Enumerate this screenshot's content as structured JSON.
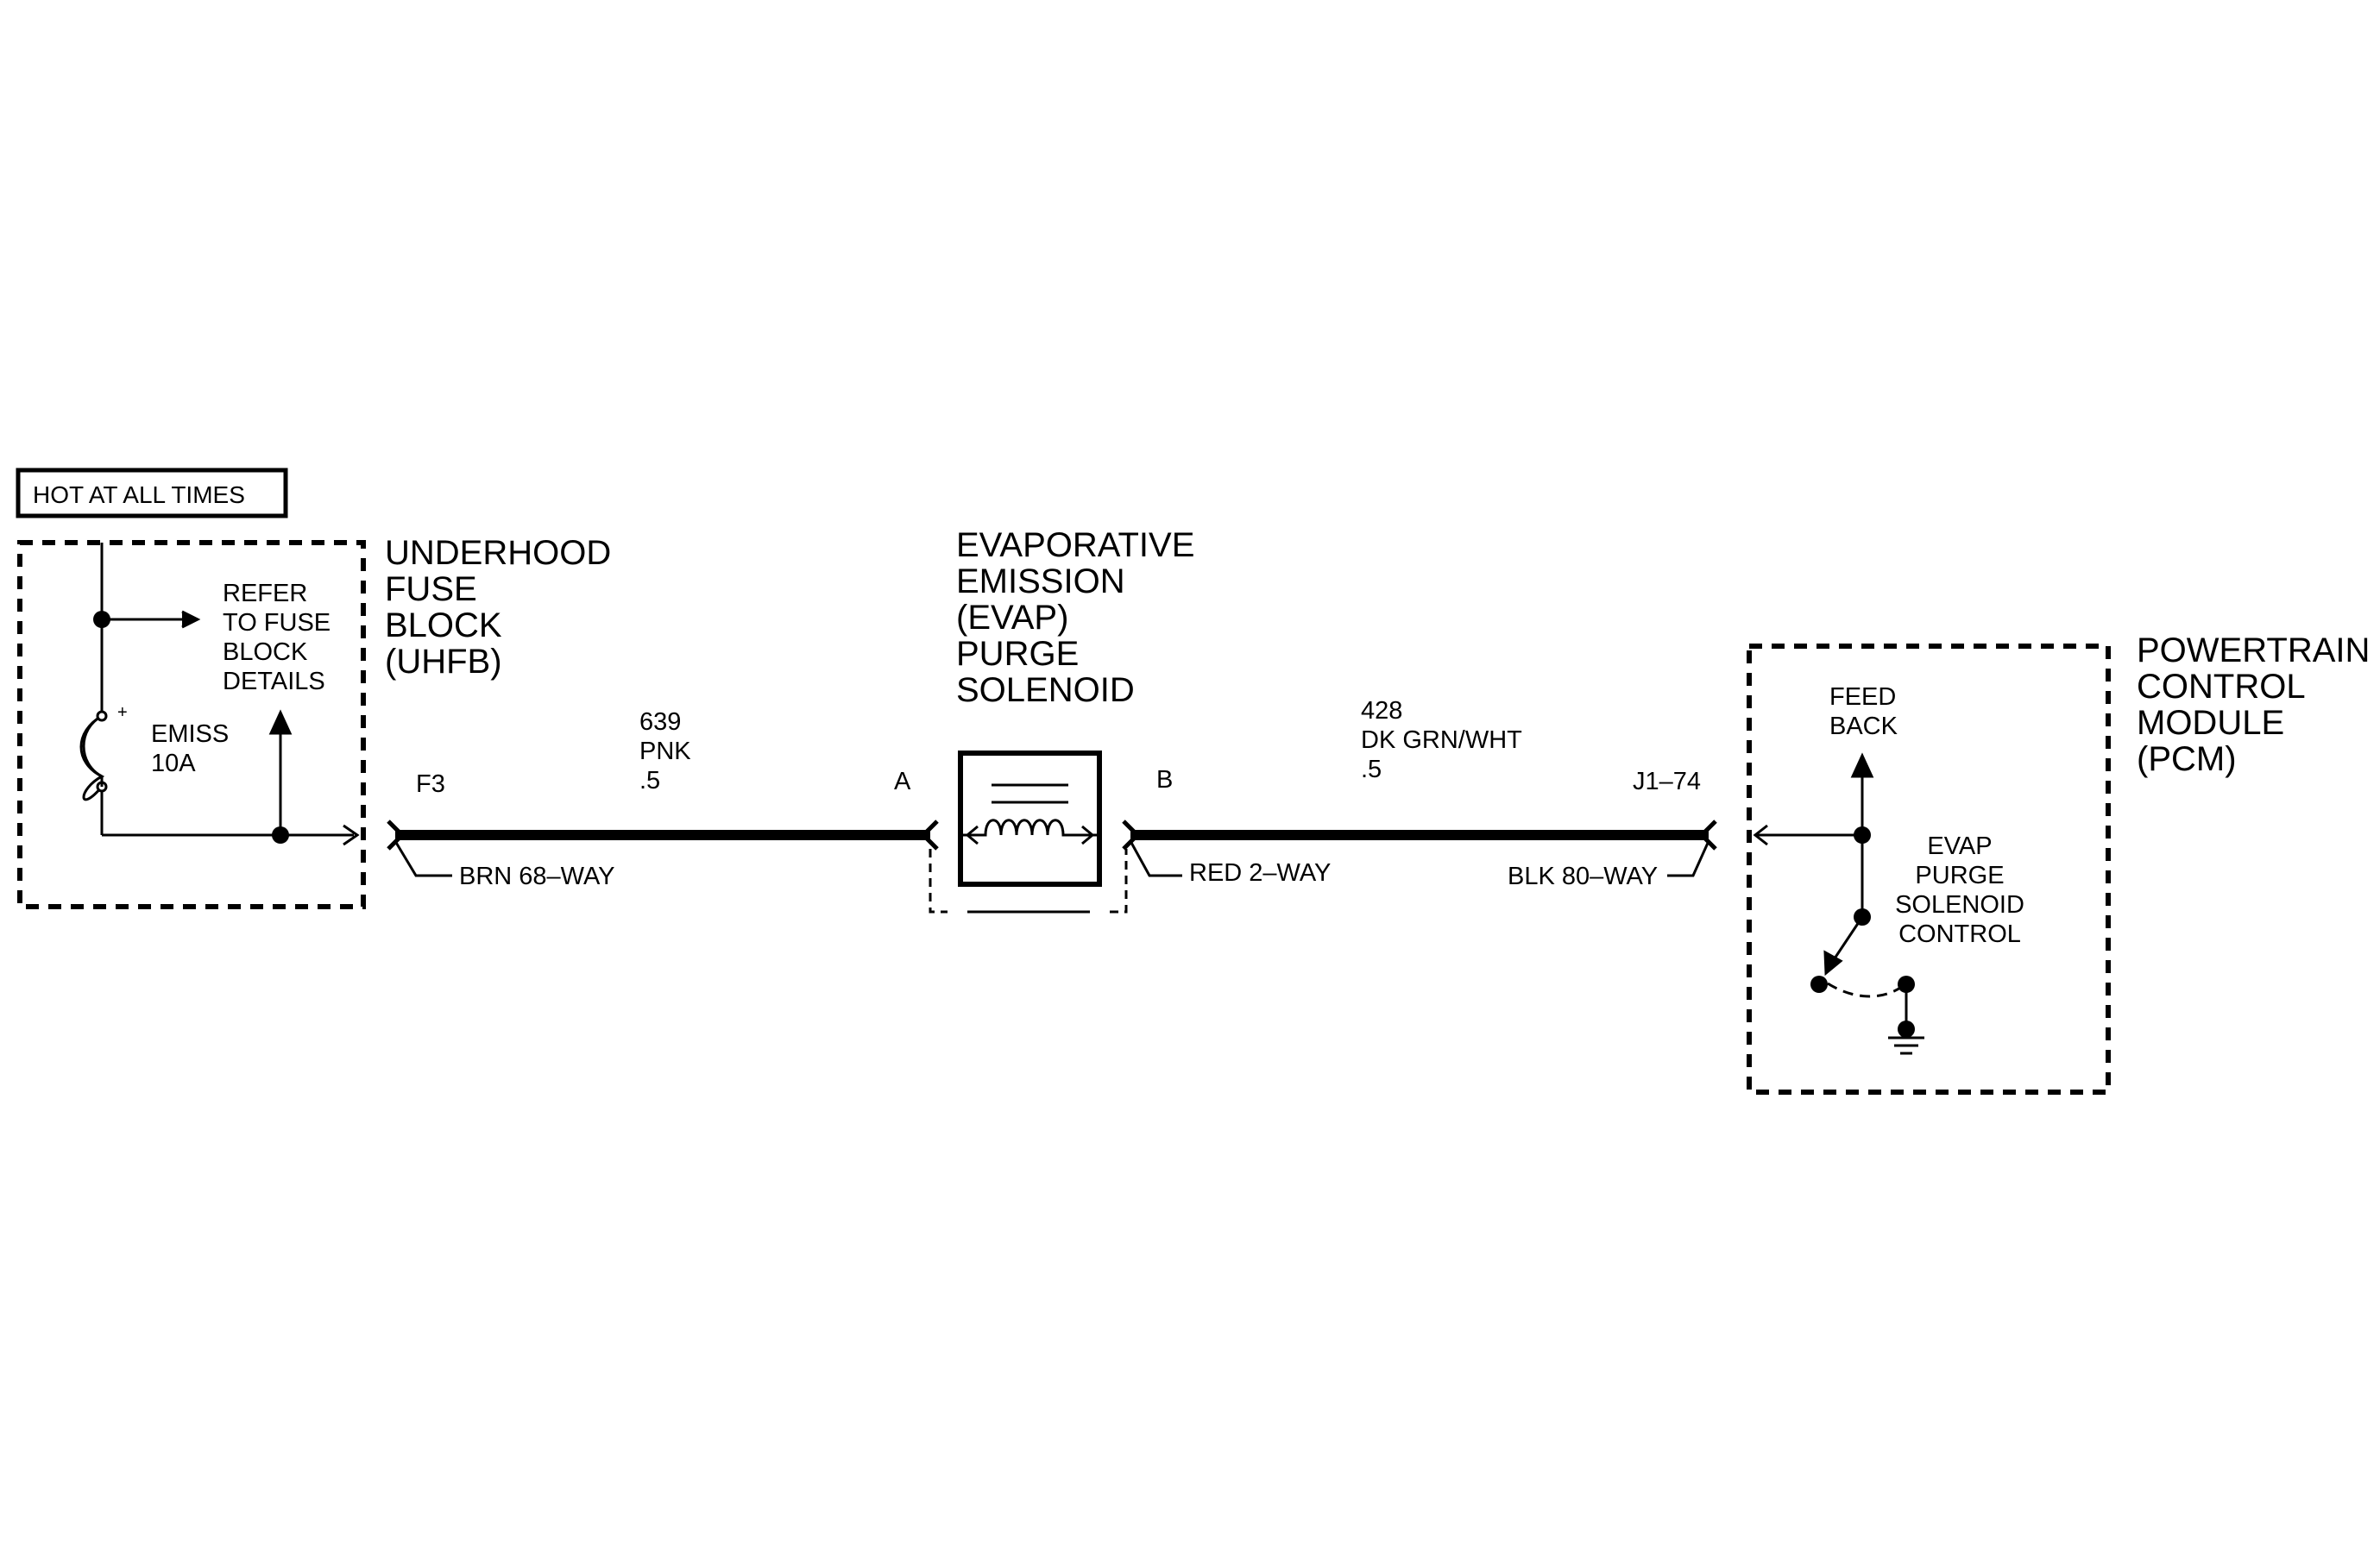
{
  "hot_at_all_times": "HOT AT ALL TIMES",
  "uhfb": {
    "title_lines": [
      "UNDERHOOD",
      "FUSE",
      "BLOCK",
      "(UHFB)"
    ],
    "refer_lines": [
      "REFER",
      "TO FUSE",
      "BLOCK",
      "DETAILS"
    ],
    "fuse_name": "EMISS",
    "fuse_rating": "10A",
    "fuse_polarity": "+"
  },
  "wire_left": {
    "start_pin": "F3",
    "end_pin": "A",
    "circuit_lines": [
      "639",
      "PNK",
      ".5"
    ],
    "connector": "BRN 68–WAY"
  },
  "solenoid": {
    "title_lines": [
      "EVAPORATIVE",
      "EMISSION",
      "(EVAP)",
      "PURGE",
      "SOLENOID"
    ]
  },
  "wire_right": {
    "start_pin": "B",
    "end_pin": "J1–74",
    "circuit_lines": [
      "428",
      "DK GRN/WHT",
      ".5"
    ],
    "connector_left": "RED 2–WAY",
    "connector_right": "BLK 80–WAY"
  },
  "pcm": {
    "title_lines": [
      "POWERTRAIN",
      "CONTROL",
      "MODULE",
      "(PCM)"
    ],
    "feedback_lines": [
      "FEED",
      "BACK"
    ],
    "control_lines": [
      "EVAP",
      "PURGE",
      "SOLENOID",
      "CONTROL"
    ]
  }
}
